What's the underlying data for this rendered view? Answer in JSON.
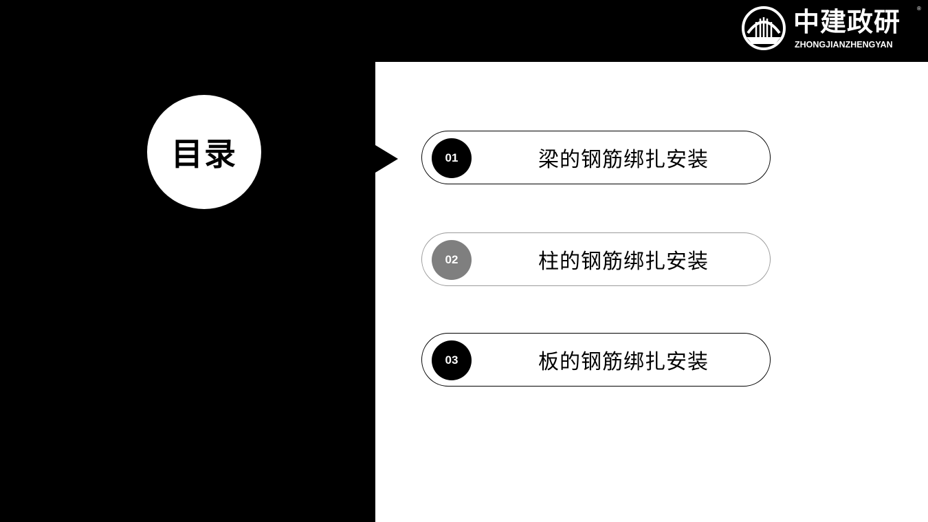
{
  "logo": {
    "name_cn": "中建政研",
    "name_en": "ZHONGJIANZHENGYAN",
    "registered_mark": "®",
    "icon": "bridge-arch-logo-icon"
  },
  "title": "目录",
  "menu": [
    {
      "number": "01",
      "label": "梁的钢筋绑扎安装",
      "badge_color": "#000000"
    },
    {
      "number": "02",
      "label": "柱的钢筋绑扎安装",
      "badge_color": "#7f7f7f"
    },
    {
      "number": "03",
      "label": "板的钢筋绑扎安装",
      "badge_color": "#000000"
    }
  ],
  "colors": {
    "background": "#000000",
    "panel": "#ffffff",
    "accent_gray": "#7f7f7f"
  }
}
